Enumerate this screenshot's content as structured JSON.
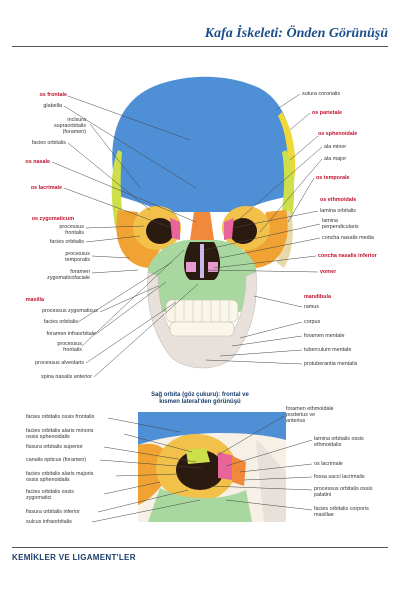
{
  "title": "Kafa İskeleti: Önden Görünüşü",
  "footer": "KEMİKLER VE LIGAMENT'LER",
  "subtitle": "Sağ orbita (göz çukuru): frontal ve\nkısmen lateral'den görünüşü",
  "colors": {
    "frontal": "#4f8fd6",
    "parietal": "#f0d83a",
    "sphenoid": "#cde04a",
    "zygomatic": "#f0a233",
    "maxilla": "#a8d8a0",
    "mandible": "#e8e0da",
    "ethmoid": "#e8649a",
    "lacrimal": "#f08a3a",
    "title": "#1a4f8c",
    "heading": "#c0122e"
  },
  "left_labels": [
    {
      "text": "os frontale",
      "head": true
    },
    {
      "text": "glabella",
      "head": false
    },
    {
      "text": "incisura\nsupraorbitalis\n(foramen)",
      "head": false
    },
    {
      "text": "facies orbitalis",
      "head": false
    },
    {
      "text": "os nasale",
      "head": true
    },
    {
      "text": "os lacrimale",
      "head": true
    },
    {
      "text": "os zygomaticum",
      "head": true
    },
    {
      "text": "processus\nfrontalis",
      "head": false
    },
    {
      "text": "facies orbitalis",
      "head": false
    },
    {
      "text": "processus\ntemporalis",
      "head": false
    },
    {
      "text": "foramen\nzygomaticofaciale",
      "head": false
    },
    {
      "text": "maxilla",
      "head": true
    },
    {
      "text": "processus zygomaticus",
      "head": false
    },
    {
      "text": "facies orbitalis",
      "head": false
    },
    {
      "text": "foramen infraorbitale",
      "head": false
    },
    {
      "text": "processus\nfrontalis",
      "head": false
    },
    {
      "text": "processus alveolaris",
      "head": false
    },
    {
      "text": "spina nasalis anterior",
      "head": false
    }
  ],
  "right_labels": [
    {
      "text": "sutura coronalis",
      "head": false
    },
    {
      "text": "os parietale",
      "head": true
    },
    {
      "text": "os sphenoidale",
      "head": true
    },
    {
      "text": "ala minor",
      "head": false
    },
    {
      "text": "ala major",
      "head": false
    },
    {
      "text": "os temporale",
      "head": true
    },
    {
      "text": "os ethmoidale",
      "head": true
    },
    {
      "text": "lamina orbitalis",
      "head": false
    },
    {
      "text": "lamina\nperpendicularis",
      "head": false
    },
    {
      "text": "concha nasalis media",
      "head": false
    },
    {
      "text": "concha nasalis inferior",
      "head": true
    },
    {
      "text": "vomer",
      "head": true
    },
    {
      "text": "mandibula",
      "head": true
    },
    {
      "text": "ramus",
      "head": false
    },
    {
      "text": "corpus",
      "head": false
    },
    {
      "text": "foramen mentale",
      "head": false
    },
    {
      "text": "tuberculum mentale",
      "head": false
    },
    {
      "text": "protuberantia mentalis",
      "head": false
    }
  ],
  "orbit_left_labels": [
    "facies orbitalis ossis frontalis",
    "facies orbitalis alaris minoris\nossis sphenoidalis",
    "fissura orbitalis superior",
    "canalis opticus (foramen)",
    "facies orbitalis alaris majoris\nossis sphenoidalis",
    "facies orbitalis ossis\nzygomatici",
    "fissura orbitalis inferior",
    "sulcus infraorbitalis"
  ],
  "orbit_right_labels": [
    "foramen ethmoidale\nposterius ve\nanterius",
    "lamina orbitalis ossis\nethmoidalis",
    "os lacrimale",
    "fossa sacci lacrimalis",
    "processus orbitalis ossis\npalatini",
    "facies orbitalis corporis\nmaxillae"
  ]
}
